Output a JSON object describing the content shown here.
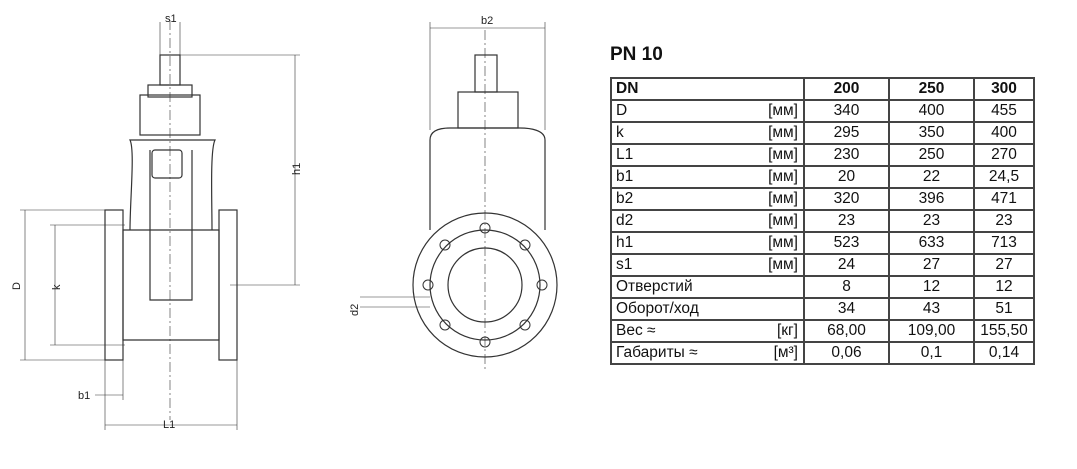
{
  "drawing": {
    "labels": {
      "s1": "s1",
      "h1": "h1",
      "D": "D",
      "k": "k",
      "b1": "b1",
      "L1": "L1",
      "b2": "b2",
      "d2": "d2"
    }
  },
  "table": {
    "title": "PN 10",
    "header": {
      "label": "DN",
      "values": [
        "200",
        "250",
        "300"
      ]
    },
    "rows": [
      {
        "label": "D",
        "unit": "[мм]",
        "values": [
          "340",
          "400",
          "455"
        ]
      },
      {
        "label": "k",
        "unit": "[мм]",
        "values": [
          "295",
          "350",
          "400"
        ]
      },
      {
        "label": "L1",
        "unit": "[мм]",
        "values": [
          "230",
          "250",
          "270"
        ]
      },
      {
        "label": "b1",
        "unit": "[мм]",
        "values": [
          "20",
          "22",
          "24,5"
        ]
      },
      {
        "label": "b2",
        "unit": "[мм]",
        "values": [
          "320",
          "396",
          "471"
        ]
      },
      {
        "label": "d2",
        "unit": "[мм]",
        "values": [
          "23",
          "23",
          "23"
        ]
      },
      {
        "label": "h1",
        "unit": "[мм]",
        "values": [
          "523",
          "633",
          "713"
        ]
      },
      {
        "label": "s1",
        "unit": "[мм]",
        "values": [
          "24",
          "27",
          "27"
        ]
      },
      {
        "label": "Отверстий",
        "unit": "",
        "values": [
          "8",
          "12",
          "12"
        ]
      },
      {
        "label": "Оборот/ход",
        "unit": "",
        "values": [
          "34",
          "43",
          "51"
        ]
      },
      {
        "label": "Вес ≈",
        "unit": "[кг]",
        "values": [
          "68,00",
          "109,00",
          "155,50"
        ]
      },
      {
        "label": "Габариты ≈",
        "unit": "[м³]",
        "values": [
          "0,06",
          "0,1",
          "0,14"
        ]
      }
    ]
  }
}
